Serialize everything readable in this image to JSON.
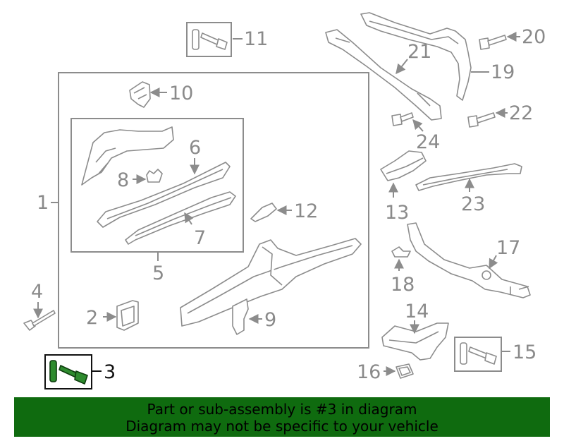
{
  "callouts": {
    "c1": "1",
    "c2": "2",
    "c3": "3",
    "c4": "4",
    "c5": "5",
    "c6": "6",
    "c7": "7",
    "c8": "8",
    "c9": "9",
    "c10": "10",
    "c11": "11",
    "c12": "12",
    "c13": "13",
    "c14": "14",
    "c15": "15",
    "c16": "16",
    "c17": "17",
    "c18": "18",
    "c19": "19",
    "c20": "20",
    "c21": "21",
    "c22": "22",
    "c23": "23",
    "c24": "24"
  },
  "highlighted_part": "3",
  "colors": {
    "highlight": "#2e8b2e",
    "banner": "#0f6b0f",
    "line": "#8c8c8c"
  },
  "banner": {
    "line1": "Part or sub-assembly is #3 in diagram",
    "line2": "Diagram may not be specific to your vehicle"
  }
}
